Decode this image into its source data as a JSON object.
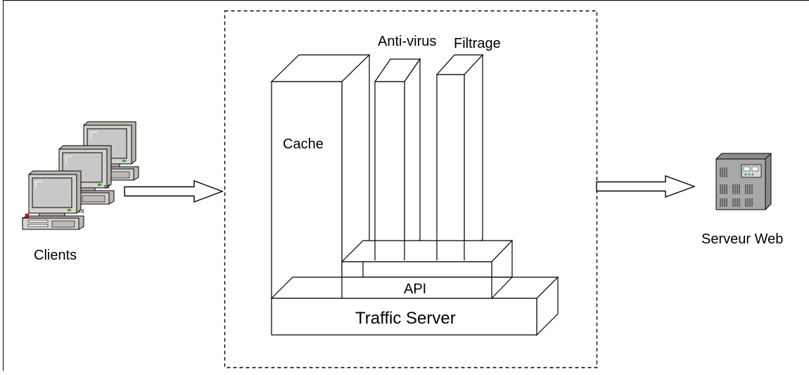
{
  "labels": {
    "clients": "Clients",
    "cache": "Cache",
    "antivirus": "Anti-virus",
    "filtrage": "Filtrage",
    "api": "API",
    "traffic_server": "Traffic Server",
    "serveur_web": "Serveur Web"
  },
  "overlapped_text": {
    "monitor_mid": "nt",
    "monitor_front": "nt"
  },
  "icons": {
    "clients": "computer-stack-icon",
    "server": "server-tower-icon",
    "arrows": "hollow-arrow-icon"
  },
  "colors": {
    "stroke": "#000000",
    "monitor_beige": "#d6d3ce",
    "screen": "#c8c8c8",
    "server_gray": "#a8a8a8",
    "led_green": "#2ea82e",
    "led_red": "#d11f1f"
  }
}
